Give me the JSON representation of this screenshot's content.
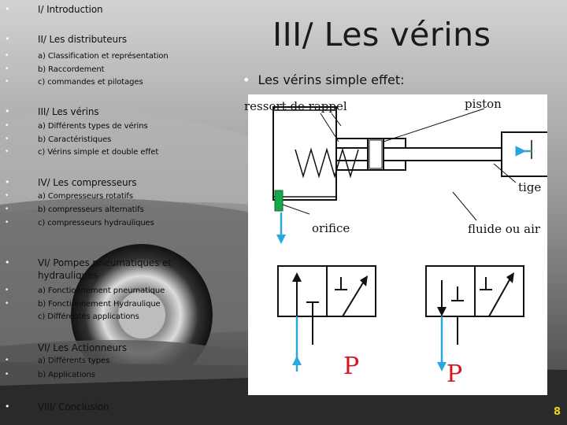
{
  "slide": {
    "title": "III/ Les vérins",
    "subtitle": "Les vérins simple effet:",
    "page_number": "8"
  },
  "toc": [
    {
      "bullet": "•",
      "text": "I/ Introduction",
      "kind": "sec"
    },
    {
      "bullet": "•",
      "text": "II/ Les distributeurs",
      "kind": "sec"
    },
    {
      "bullet": "•",
      "text": "a) Classification et représentation",
      "kind": "sub"
    },
    {
      "bullet": "•",
      "text": "b) Raccordement",
      "kind": "sub"
    },
    {
      "bullet": "•",
      "text": "c) commandes et pilotages",
      "kind": "sub"
    },
    {
      "bullet": "•",
      "text": "III/ Les vérins",
      "kind": "sec"
    },
    {
      "bullet": "•",
      "text": "a) Différents types de vérins",
      "kind": "sub"
    },
    {
      "bullet": "•",
      "text": "b) Caractéristiques",
      "kind": "sub"
    },
    {
      "bullet": "•",
      "text": "c) Vérins simple et double effet",
      "kind": "sub"
    },
    {
      "bullet": "•",
      "text": "IV/ Les compresseurs",
      "kind": "sec"
    },
    {
      "bullet": "•",
      "text": "a) Compresseurs rotatifs",
      "kind": "sub"
    },
    {
      "bullet": "•",
      "text": "b) compresseurs alternatifs",
      "kind": "sub"
    },
    {
      "bullet": "•",
      "text": "c) compresseurs hydrauliques",
      "kind": "sub"
    },
    {
      "bullet": "•",
      "text": "VI/ Pompes pneumatiques et",
      "kind": "sec"
    },
    {
      "bullet": "",
      "text": "hydrauliques",
      "kind": "sec"
    },
    {
      "bullet": "•",
      "text": "a) Fonctionnement pneumatique",
      "kind": "sub"
    },
    {
      "bullet": "•",
      "text": "b) Fonctionnement Hydraulique",
      "kind": "sub"
    },
    {
      "bullet": "",
      "text": "c) Différentes applications",
      "kind": "sub"
    },
    {
      "bullet": "",
      "text": "VI/ Les Actionneurs",
      "kind": "sec"
    },
    {
      "bullet": "•",
      "text": "a) Différents types",
      "kind": "sub"
    },
    {
      "bullet": "•",
      "text": "b) Applications",
      "kind": "sub"
    },
    {
      "bullet": "•",
      "text": "VIII/ Conclusion",
      "kind": "sec"
    }
  ],
  "labels": {
    "ressort": "ressort de rappel",
    "piston": "piston",
    "tige": "tige",
    "orifice": "orifice",
    "fluide": "fluide ou air",
    "p_left": "P",
    "p_right": "P"
  },
  "colors": {
    "fluid_arrow": "#29a8e0",
    "pressure_letter": "#d8141c",
    "green_port": "#16a84a",
    "page_number": "#e6d21b"
  }
}
